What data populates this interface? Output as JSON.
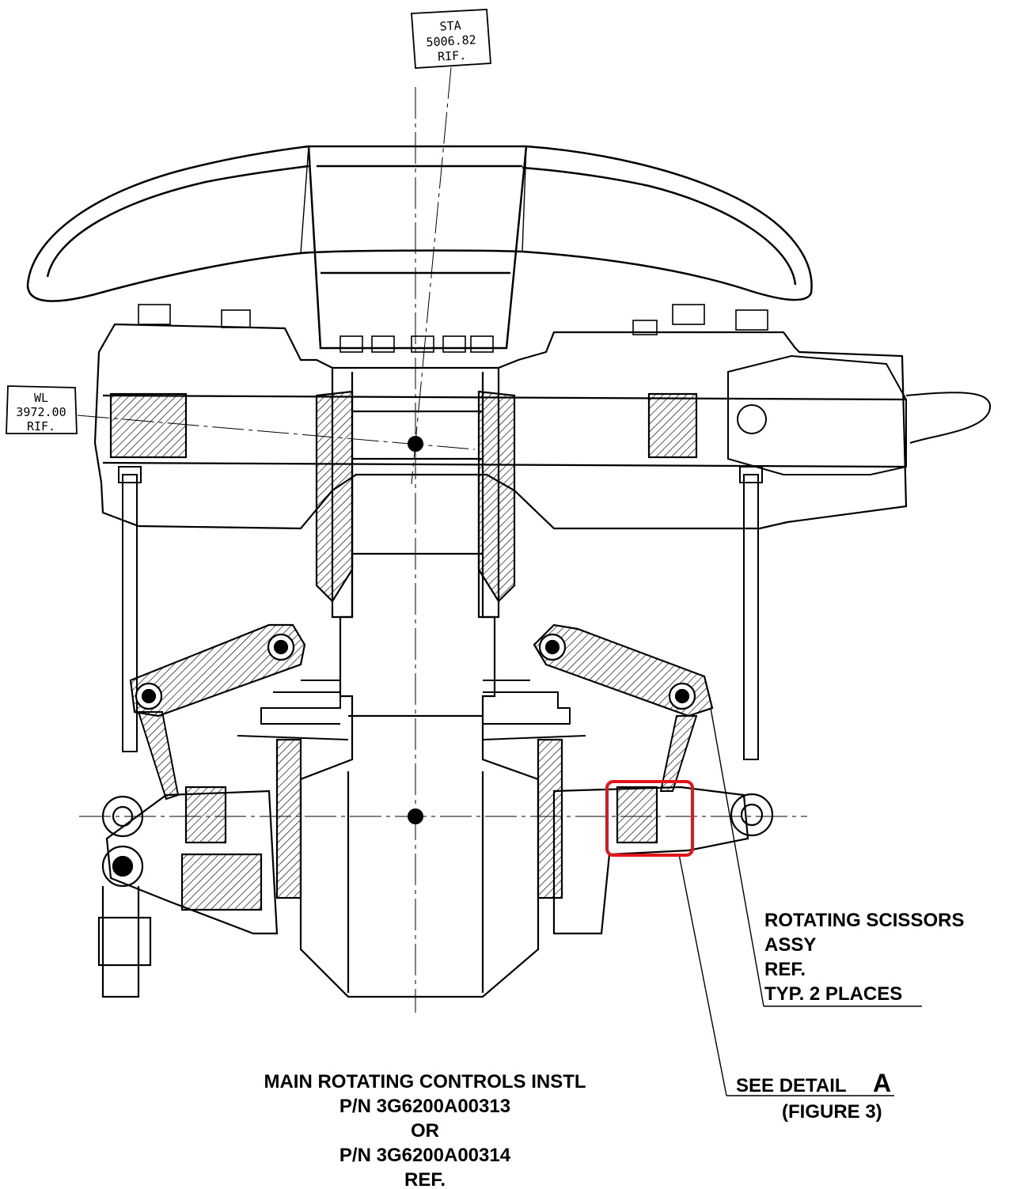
{
  "sta_box": {
    "line1": "STA",
    "line2": "5006.82",
    "line3": "RIF."
  },
  "wl_box": {
    "line1": "WL",
    "line2": "3972.00",
    "line3": "RIF."
  },
  "callout_scissors": {
    "line1": "ROTATING SCISSORS",
    "line2": "ASSY",
    "line3": "REF.",
    "line4": "TYP. 2 PLACES"
  },
  "callout_detail": {
    "prefix": "SEE DETAIL",
    "letter": "A",
    "figure": "(FIGURE 3)"
  },
  "caption": {
    "line1": "MAIN ROTATING CONTROLS INSTL",
    "line2": "P/N 3G6200A00313",
    "line3": "OR",
    "line4": "P/N 3G6200A00314",
    "line5": "REF."
  },
  "colors": {
    "ink": "#000000",
    "highlight": "#e0161b",
    "paper": "#ffffff"
  }
}
